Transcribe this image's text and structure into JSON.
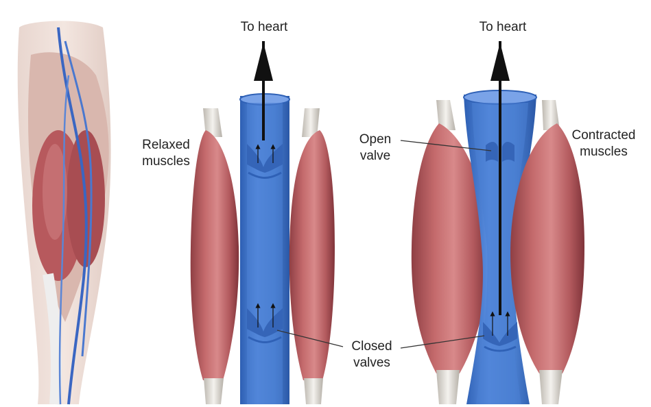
{
  "diagram": {
    "relaxed_panel": {
      "arrow_label": "To heart",
      "muscle_label_line1": "Relaxed",
      "muscle_label_line2": "muscles"
    },
    "contracted_panel": {
      "arrow_label": "To heart",
      "muscle_label_line1": "Contracted",
      "muscle_label_line2": "muscles",
      "open_valve_line1": "Open",
      "open_valve_line2": "valve"
    },
    "closed_valves_line1": "Closed",
    "closed_valves_line2": "valves"
  },
  "colors": {
    "muscle": "#b85a5e",
    "muscle_light": "#e2a2a2",
    "tendon": "#e9e7e2",
    "vein": "#4a7fd0",
    "vein_wall": "#2f61b6",
    "vein_light": "#8fb2ea",
    "arrow": "#111111",
    "text": "#222222"
  }
}
